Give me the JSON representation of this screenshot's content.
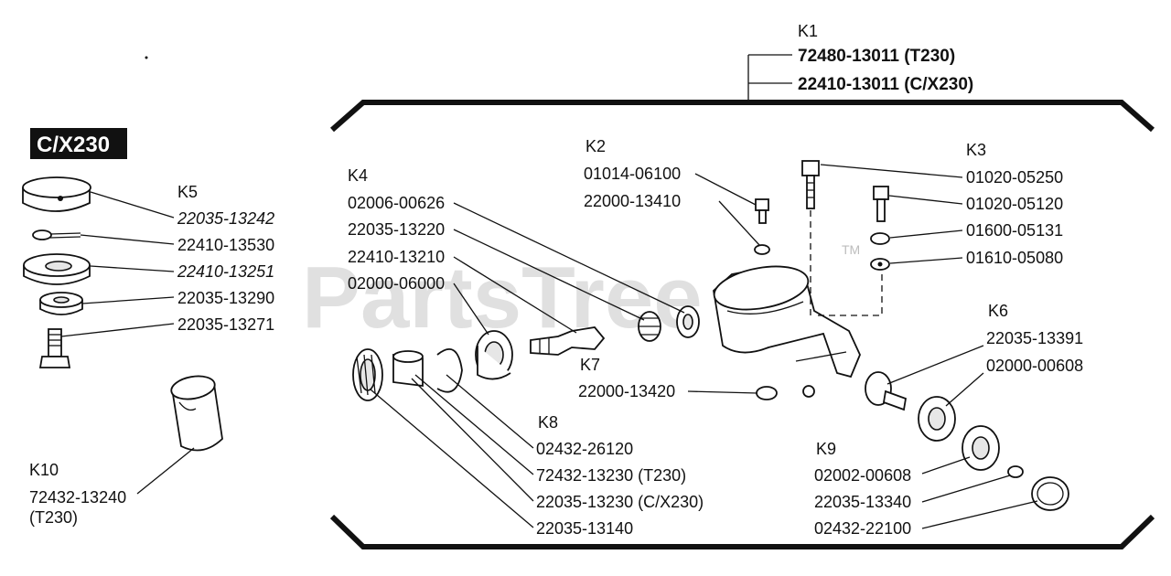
{
  "watermark": {
    "text": "PartsTree",
    "trademark": "TM"
  },
  "badge": {
    "text": "C/X230"
  },
  "groups": {
    "k1": {
      "key": "K1",
      "parts": [
        "72480-13011 (T230)",
        "22410-13011 (C/X230)"
      ]
    },
    "k2": {
      "key": "K2",
      "parts": [
        "01014-06100",
        "22000-13410"
      ]
    },
    "k3": {
      "key": "K3",
      "parts": [
        "01020-05250",
        "01020-05120",
        "01600-05131",
        "01610-05080"
      ]
    },
    "k4": {
      "key": "K4",
      "parts": [
        "02006-00626",
        "22035-13220",
        "22410-13210",
        "02000-06000"
      ]
    },
    "k5": {
      "key": "K5",
      "parts": [
        "22035-13242",
        "22410-13530",
        "22410-13251",
        "22035-13290",
        "22035-13271"
      ]
    },
    "k6": {
      "key": "K6",
      "parts": [
        "22035-13391",
        "02000-00608"
      ]
    },
    "k7": {
      "key": "K7",
      "parts": [
        "22000-13420"
      ]
    },
    "k8": {
      "key": "K8",
      "parts": [
        "02432-26120",
        "72432-13230 (T230)",
        "22035-13230 (C/X230)",
        "22035-13140"
      ]
    },
    "k9": {
      "key": "K9",
      "parts": [
        "02002-00608",
        "22035-13340",
        "02432-22100"
      ]
    },
    "k10": {
      "key": "K10",
      "parts": [
        "72432-13240",
        "(T230)"
      ]
    }
  }
}
